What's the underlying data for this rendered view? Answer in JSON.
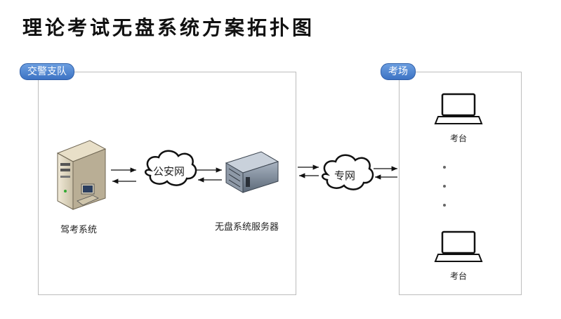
{
  "title": "理论考试无盘系统方案拓扑图",
  "zones": {
    "left": "交警支队",
    "right": "考场"
  },
  "nodes": {
    "exam_system": "驾考系统",
    "public_security_net": "公安网",
    "diskless_server": "无盘系统服务器",
    "private_net": "专网",
    "terminal_top": "考台",
    "terminal_bottom": "考台"
  }
}
